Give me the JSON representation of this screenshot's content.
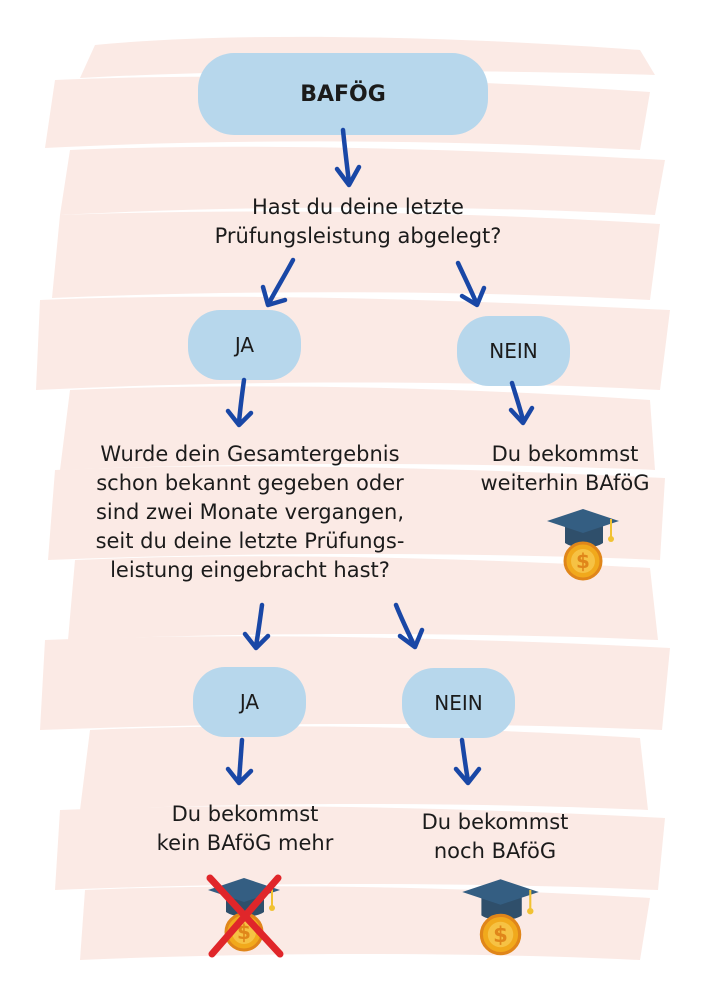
{
  "nodes": {
    "title": "BAFÖG",
    "question1_line1": "Hast du deine letzte",
    "question1_line2": "Prüfungsleistung abgelegt?",
    "yes1": "JA",
    "no1": "NEIN",
    "result_no1_line1": "Du bekommst",
    "result_no1_line2": "weiterhin BAföG",
    "question2_lines": [
      "Wurde dein Gesamtergebnis",
      "schon bekannt gegeben oder",
      "sind zwei Monate vergangen,",
      "seit du deine letzte Prüfungs-",
      "leistung eingebracht hast?"
    ],
    "yes2": "JA",
    "no2": "NEIN",
    "result_yes2_line1": "Du bekommst",
    "result_yes2_line2": "kein BAföG mehr",
    "result_no2_line1": "Du bekommst",
    "result_no2_line2": "noch BAföG"
  },
  "icons": {
    "grad_cap": "graduation-cap-coin-icon",
    "grad_cap_crossed": "graduation-cap-coin-crossed-icon"
  },
  "colors": {
    "box_fill": "#b7d7ec",
    "arrow": "#1947a6",
    "background_brush": "#fbeae5",
    "cap": "#2f4f6b",
    "coin": "#f1a91c",
    "cross": "#e0262a"
  }
}
